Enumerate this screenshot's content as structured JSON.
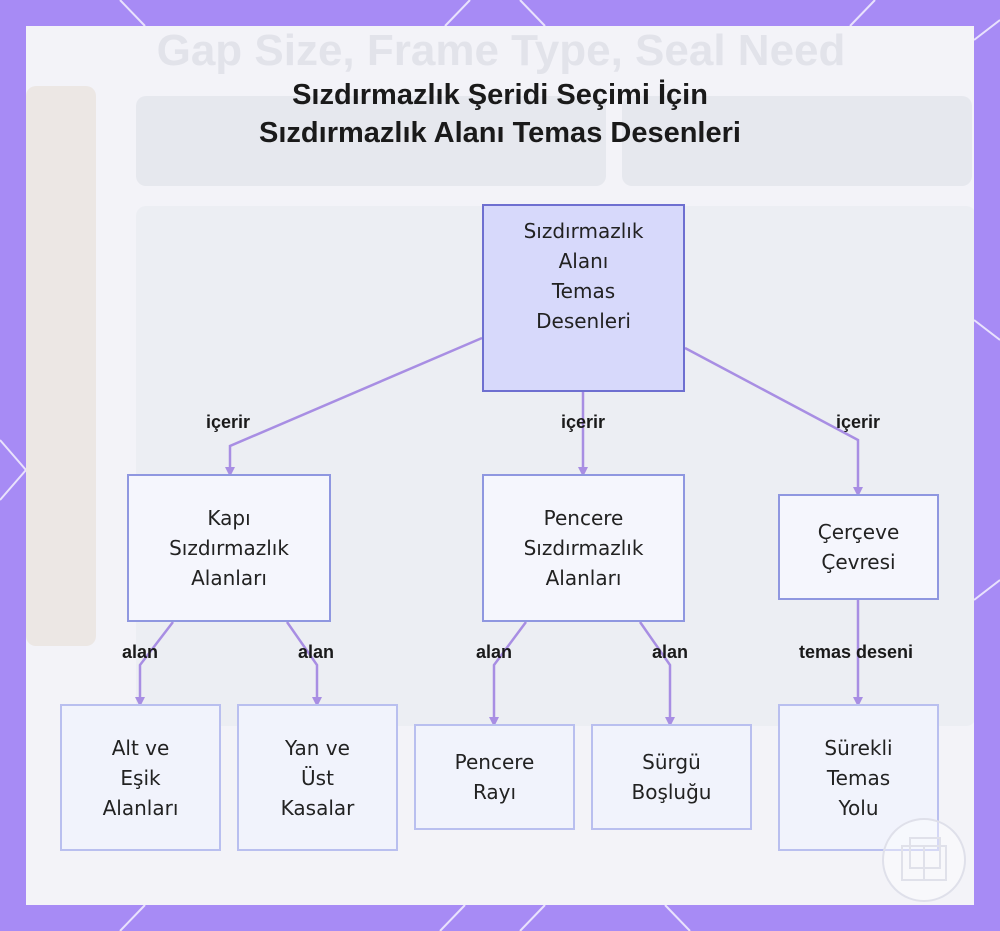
{
  "title": {
    "line1": "Sızdırmazlık Şeridi Seçimi İçin",
    "line2": "Sızdırmazlık Alanı Temas Desenleri"
  },
  "background_ghost_title": "Gap Size, Frame Type, Seal Need",
  "colors": {
    "frame": "#a78bf5",
    "card": "#f3f3f8",
    "edge": "#a88ee3",
    "root_fill": "#d7d9fb",
    "node_border": "#8f97e0"
  },
  "nodes": {
    "root": "Sızdırmazlık\nAlanı\nTemas\nDesenleri",
    "door": "Kapı\nSızdırmazlık\nAlanları",
    "window": "Pencere\nSızdırmazlık\nAlanları",
    "frame": "Çerçeve\nÇevresi",
    "bottom_threshold": "Alt ve\nEşik\nAlanları",
    "side_top": "Yan ve\nÜst\nKasalar",
    "window_rail": "Pencere\nRayı",
    "sash_gap": "Sürgü\nBoşluğu",
    "continuous_path": "Sürekli\nTemas\nYolu"
  },
  "edges": {
    "root_door": "içerir",
    "root_window": "içerir",
    "root_frame": "içerir",
    "door_bottom": "alan",
    "door_side": "alan",
    "window_rail": "alan",
    "window_sash": "alan",
    "frame_continuous": "temas deseni"
  }
}
